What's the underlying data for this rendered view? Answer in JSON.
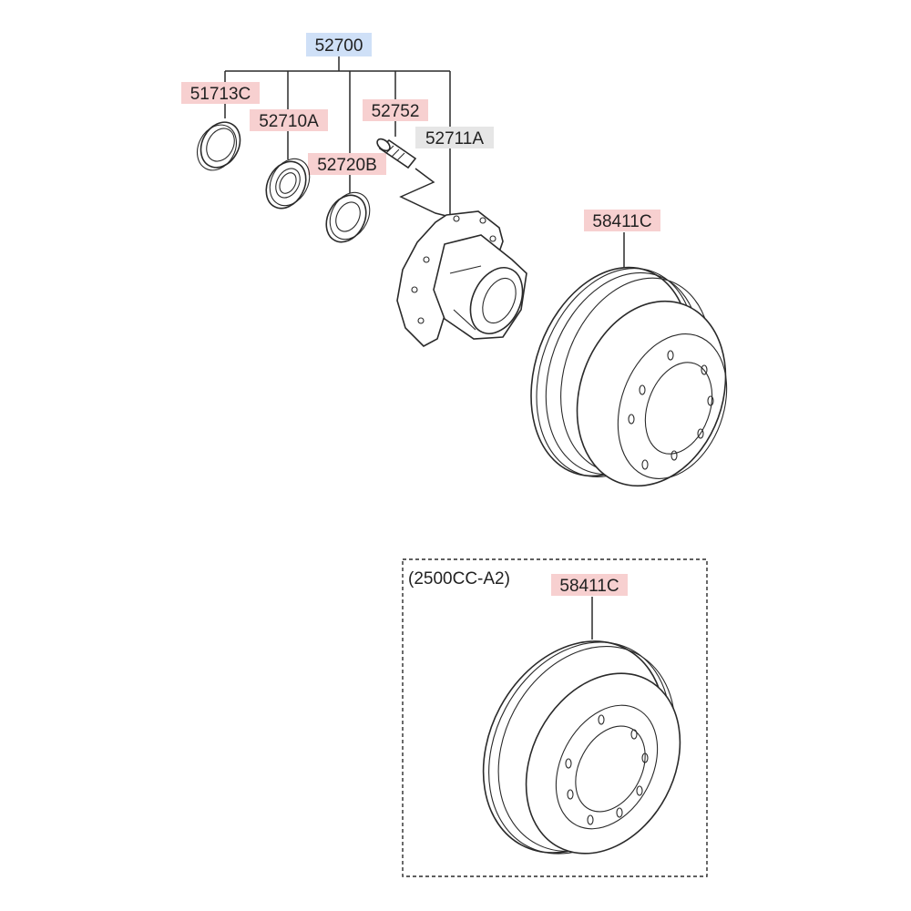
{
  "colors": {
    "selected_bg": "#cfe0f7",
    "highlight_bg": "#f7d0d0",
    "neutral_bg": "#e6e6e6",
    "line": "#2a2a2a"
  },
  "labels": {
    "assembly": "52700",
    "oil_seal": "51713C",
    "outer_bearing": "52710A",
    "inner_bearing": "52720B",
    "hub_bolt": "52752",
    "hub": "52711A",
    "drum_main": "58411C",
    "variant_note": "(2500CC-A2)",
    "drum_variant": "58411C"
  }
}
